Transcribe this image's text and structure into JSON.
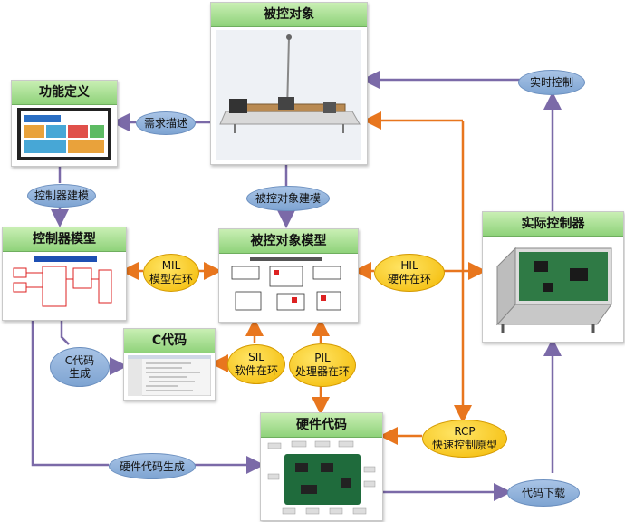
{
  "nodes": {
    "plant": "被控对象",
    "func_def": "功能定义",
    "ctrl_model": "控制器模型",
    "plant_model": "被控对象模型",
    "c_code": "C代码",
    "hw_code": "硬件代码",
    "real_ctrl": "实际控制器"
  },
  "labels": {
    "req_desc": "需求描述",
    "realtime_ctrl": "实时控制",
    "ctrl_modeling": "控制器建模",
    "plant_modeling": "被控对象建模",
    "c_gen_line1": "C代码",
    "c_gen_line2": "生成",
    "hw_gen": "硬件代码生成",
    "code_download": "代码下载"
  },
  "loops": {
    "mil_1": "MIL",
    "mil_2": "模型在环",
    "sil_1": "SIL",
    "sil_2": "软件在环",
    "pil_1": "PIL",
    "pil_2": "处理器在环",
    "hil_1": "HIL",
    "hil_2": "硬件在环",
    "rcp_1": "RCP",
    "rcp_2": "快速控制原型"
  },
  "colors": {
    "purple_arrow": "#7b6aa8",
    "orange_arrow": "#e8761e",
    "header_green": "#8fd27a",
    "pill_blue": "#8fb0d9",
    "pill_yellow": "#f6c200"
  }
}
